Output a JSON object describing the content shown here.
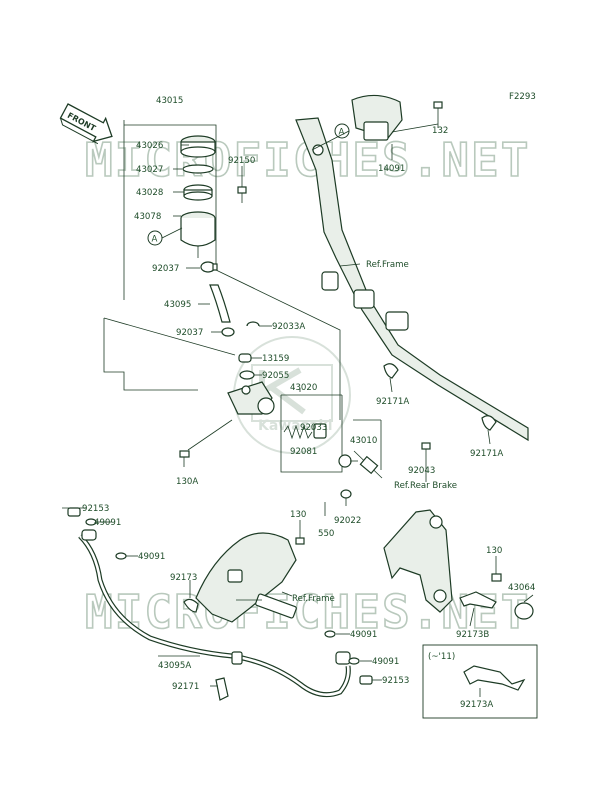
{
  "figure_code": "F2293",
  "front_marker": "FRONT",
  "watermark": "MICROFICHES.NET",
  "watermark_logo_text": "Kawasaki",
  "ref_marker": "A",
  "sub_note": "(~'11)",
  "labels": {
    "p43015": "43015",
    "p43026": "43026",
    "p43027": "43027",
    "p43028": "43028",
    "p43078": "43078",
    "p92150": "92150",
    "p92037a": "92037",
    "p43095": "43095",
    "p92037b": "92037",
    "p92033A": "92033A",
    "p13159": "13159",
    "p92055": "92055",
    "p43020": "43020",
    "p92033": "92033",
    "p43010": "43010",
    "p92081": "92081",
    "p130A": "130A",
    "p92043": "92043",
    "refRearBrake": "Ref.Rear Brake",
    "p130a": "130",
    "p550": "550",
    "p92022": "92022",
    "p92153a": "92153",
    "p49091a": "49091",
    "p49091b": "49091",
    "p92173": "92173",
    "refFrame2": "Ref.Frame",
    "p43095A": "43095A",
    "p92171": "92171",
    "p49091c": "49091",
    "p49091d": "49091",
    "p92153b": "92153",
    "p130b": "130",
    "p43064": "43064",
    "p92173B": "92173B",
    "p92173A": "92173A",
    "p132": "132",
    "p14091": "14091",
    "refFrame1": "Ref.Frame",
    "p92171Aa": "92171A",
    "p92171Ab": "92171A"
  },
  "colors": {
    "line": "#1d3b25",
    "label": "#1f4d2a",
    "watermark": "#b9c9bd"
  }
}
